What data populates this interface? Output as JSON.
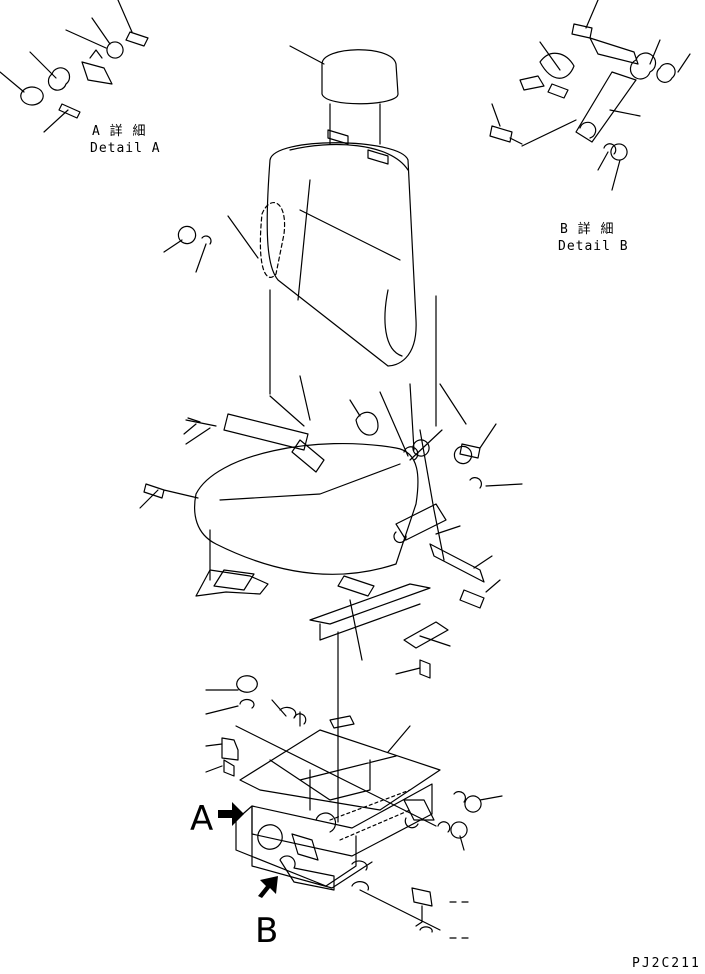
{
  "detail_a": {
    "jp": "A 詳 細",
    "en": "Detail A"
  },
  "detail_b": {
    "jp": "B 詳 細",
    "en": "Detail B"
  },
  "view_a": {
    "letter": "A"
  },
  "view_b": {
    "letter": "B"
  },
  "drawing_code": "PJ2C211"
}
